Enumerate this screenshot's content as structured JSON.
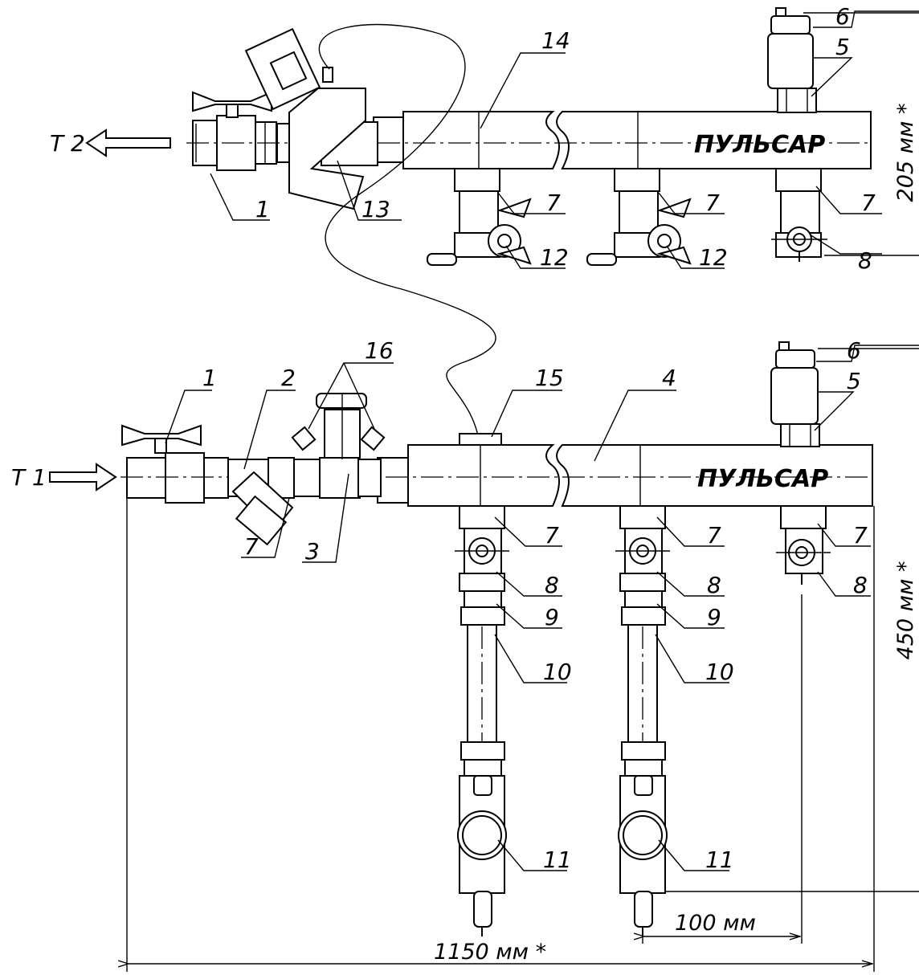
{
  "arrows": {
    "return_label": "T 2",
    "supply_label": "T 1"
  },
  "brand": {
    "logo_top": "ПУЛЬСАР",
    "logo_bottom": "ПУЛЬСАР"
  },
  "callouts": {
    "top": [
      "14",
      "6",
      "5",
      "1",
      "13",
      "7",
      "12",
      "7",
      "12",
      "7",
      "8"
    ],
    "bottom": [
      "16",
      "1",
      "2",
      "15",
      "4",
      "6",
      "5",
      "7",
      "3",
      "7",
      "8",
      "9",
      "10",
      "11",
      "7",
      "8",
      "9",
      "10",
      "11",
      "7",
      "8"
    ]
  },
  "dimensions": {
    "height_top": "205 мм *",
    "height_bottom": "450 мм *",
    "pitch": "100 мм",
    "width": "1150 мм *"
  }
}
